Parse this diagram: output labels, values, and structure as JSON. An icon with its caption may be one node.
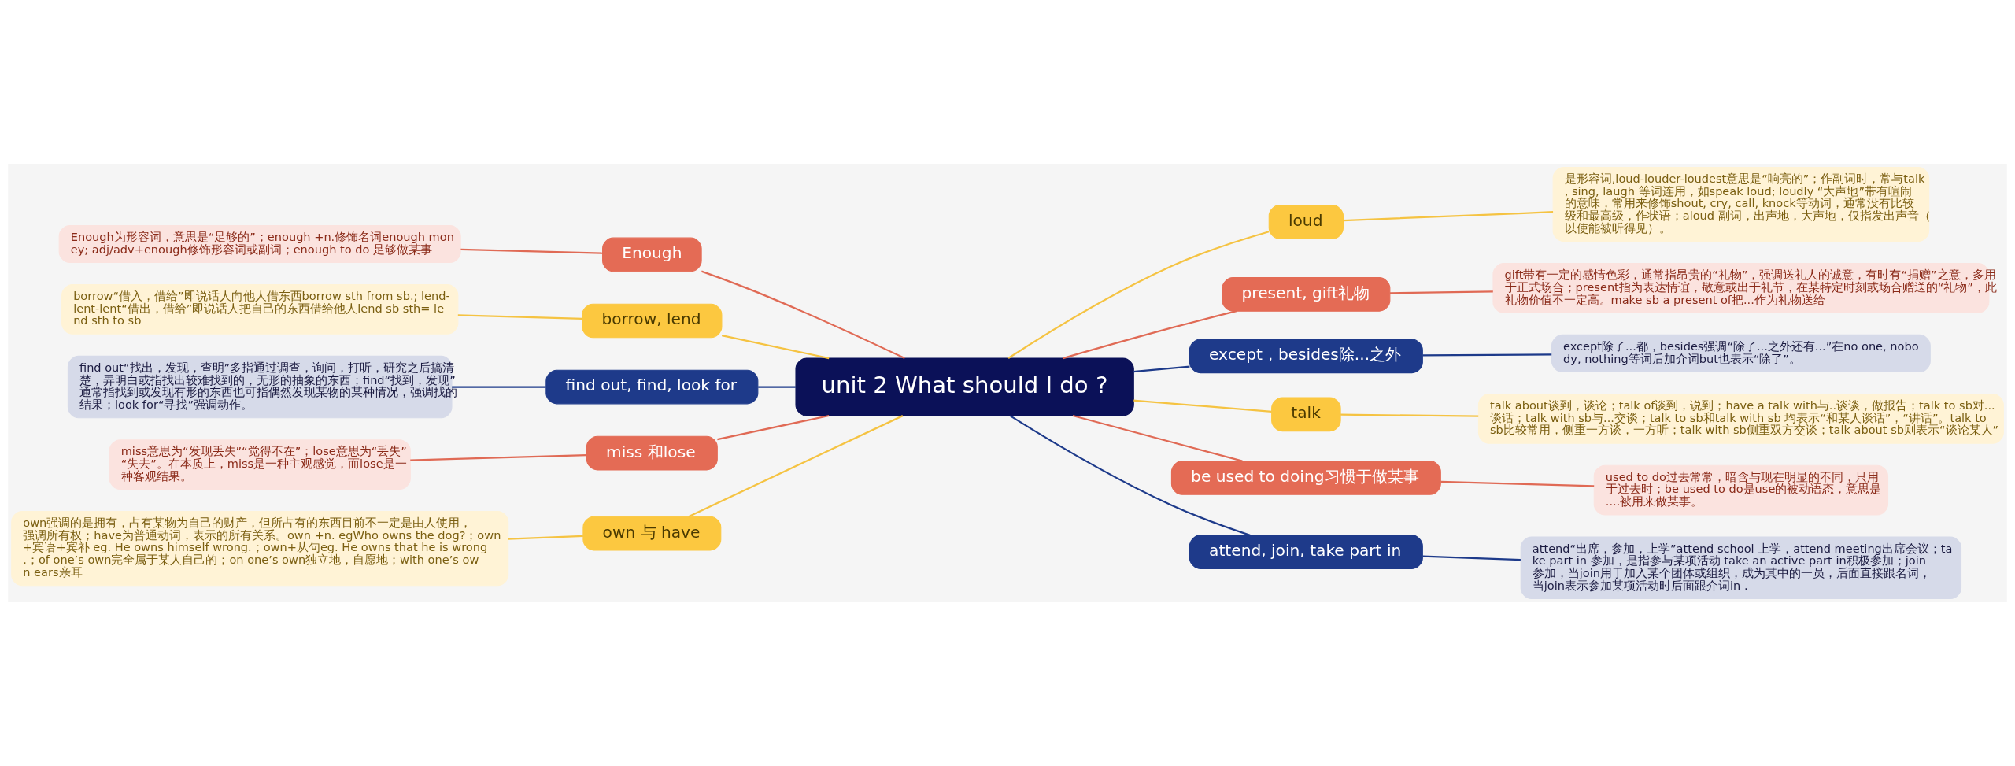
{
  "diagram": {
    "nodes": [
      {
        "text": [
          "unit 2 What should I do ?"
        ]
      },
      {
        "text": [
          "loud"
        ]
      },
      {
        "text": [
          "是形容词,loud-louder-loudest意思是“响亮的”；作副词时，常与talk, sing, laugh 等词连用，如speak loud; loudly “大声地”带有喧闹的意味，常用来修饰shout, cry, call, knock等动词，通常没有比较级和最高级，作状语；aloud 副词，出声地，大声地，仅指发出声音（以使能被听得见）。"
        ]
      },
      {
        "text": [
          "present, gift礼物"
        ]
      },
      {
        "text": [
          "gift带有一定的感情色彩，通常指昂贵的“礼物”，强调送礼人的诚意，有时有“捐赠”之意，多用于正式场合；present指为表达情谊，敬意或出于礼节，在某特定时刻或场合赠送的“礼物”，此礼物价值不一定高。make sb a present of把...作为礼物送给"
        ]
      },
      {
        "text": [
          "except，besides除...之外"
        ]
      },
      {
        "text": [
          "except除了...都，besides强调“除了...之外还有...”在no one, nobody, nothing等词后加介词but也表示“除了”。"
        ]
      },
      {
        "text": [
          "talk"
        ]
      },
      {
        "text": [
          "talk about谈到，谈论；talk of谈到，说到；have a talk with与..谈谈，做报告；talk to sb对...谈话；talk with sb与...交谈；talk to sb和talk with sb 均表示“和某人谈话”，“讲话”。talk to sb比较常用，侧重一方谈，一方听；talk with sb侧重双方交谈；talk about sb则表示“谈论某人”"
        ]
      },
      {
        "text": [
          "be used to doing习惯于做某事"
        ]
      },
      {
        "text": [
          "used to do过去常常，暗含与现在明显的不同，只用于过去时；be used to do是use的被动语态，意思是....被用来做某事。"
        ]
      },
      {
        "text": [
          "attend, join, take part in"
        ]
      },
      {
        "text": [
          "attend“出席，参加，上学”attend school 上学，attend meeting出席会议；take part in 参加，是指参与某项活动 take an active part in积极参加；join 参加，当join用于加入某个团体或组织，成为其中的一员，后面直接跟名词，当join表示参加某项活动时后面跟介词in ."
        ]
      },
      {
        "text": [
          "Enough"
        ]
      },
      {
        "text": [
          "Enough为形容词，意思是“足够的”；enough +n.修饰名词enough money; adj/adv+enough修饰形容词或副词；enough to do 足够做某事"
        ]
      },
      {
        "text": [
          "borrow, lend"
        ]
      },
      {
        "text": [
          "borrow“借入，借给”即说话人向他人借东西borrow sth from sb.; lend-lent-lent“借出，借给”即说话人把自己的东西借给他人lend sb sth= lend sth to sb"
        ]
      },
      {
        "text": [
          "find out, find, look for"
        ]
      },
      {
        "text": [
          "find out“找出，发现，查明”多指通过调查，询问，打听，研究之后搞清楚，弄明白或指找出较难找到的，无形的抽象的东西；find“找到，发现”通常指找到或发现有形的东西也可指偶然发现某物的某种情况，强调找的结果；look for“寻找”强调动作。"
        ]
      },
      {
        "text": [
          "miss 和lose"
        ]
      },
      {
        "text": [
          "miss意思为“发现丢失”“觉得不在”；lose意思为“丢失”“失去”。在本质上，miss是一种主观感觉，而lose是一种客观结果。"
        ]
      },
      {
        "text": [
          "own 与 have"
        ]
      },
      {
        "text": [
          "own强调的是拥有，占有某物为自己的财产，但所占有的东西目前不一定是由人使用，强调所有权；have为普通动词，表示的所有关系。own +n. egWho owns the dog?；own +宾语+宾补 eg. He owns himself wrong.；own+从句eg. He owns that he is wrong.；of one’s own完全属于某人自己的；on one’s own独立地，自愿地；with one’s own ears亲耳"
        ]
      }
    ],
    "edges": [
      {
        "from": 0,
        "to": 1,
        "arrow": "none",
        "color": "#f5c342"
      },
      {
        "from": 1,
        "to": 2,
        "arrow": "none",
        "color": "#f5c342"
      },
      {
        "from": 0,
        "to": 3,
        "arrow": "none",
        "color": "#e06a55"
      },
      {
        "from": 3,
        "to": 4,
        "arrow": "none",
        "color": "#e06a55"
      },
      {
        "from": 0,
        "to": 5,
        "arrow": "none",
        "color": "#1d3a8a"
      },
      {
        "from": 5,
        "to": 6,
        "arrow": "none",
        "color": "#1d3a8a"
      },
      {
        "from": 0,
        "to": 7,
        "arrow": "none",
        "color": "#f5c342"
      },
      {
        "from": 7,
        "to": 8,
        "arrow": "none",
        "color": "#f5c342"
      },
      {
        "from": 0,
        "to": 9,
        "arrow": "none",
        "color": "#e06a55"
      },
      {
        "from": 9,
        "to": 10,
        "arrow": "none",
        "color": "#e06a55"
      },
      {
        "from": 0,
        "to": 11,
        "arrow": "none",
        "color": "#1d3a8a"
      },
      {
        "from": 11,
        "to": 12,
        "arrow": "none",
        "color": "#1d3a8a"
      },
      {
        "from": 0,
        "to": 13,
        "arrow": "none",
        "color": "#e06a55"
      },
      {
        "from": 13,
        "to": 14,
        "arrow": "none",
        "color": "#e06a55"
      },
      {
        "from": 0,
        "to": 15,
        "arrow": "none",
        "color": "#f5c342"
      },
      {
        "from": 15,
        "to": 16,
        "arrow": "none",
        "color": "#f5c342"
      },
      {
        "from": 0,
        "to": 17,
        "arrow": "none",
        "color": "#1d3a8a"
      },
      {
        "from": 17,
        "to": 18,
        "arrow": "none",
        "color": "#1d3a8a"
      },
      {
        "from": 0,
        "to": 19,
        "arrow": "none",
        "color": "#e06a55"
      },
      {
        "from": 19,
        "to": 20,
        "arrow": "none",
        "color": "#e06a55"
      },
      {
        "from": 0,
        "to": 21,
        "arrow": "none",
        "color": "#f5c342"
      },
      {
        "from": 21,
        "to": 22,
        "arrow": "none",
        "color": "#f5c342"
      }
    ]
  }
}
